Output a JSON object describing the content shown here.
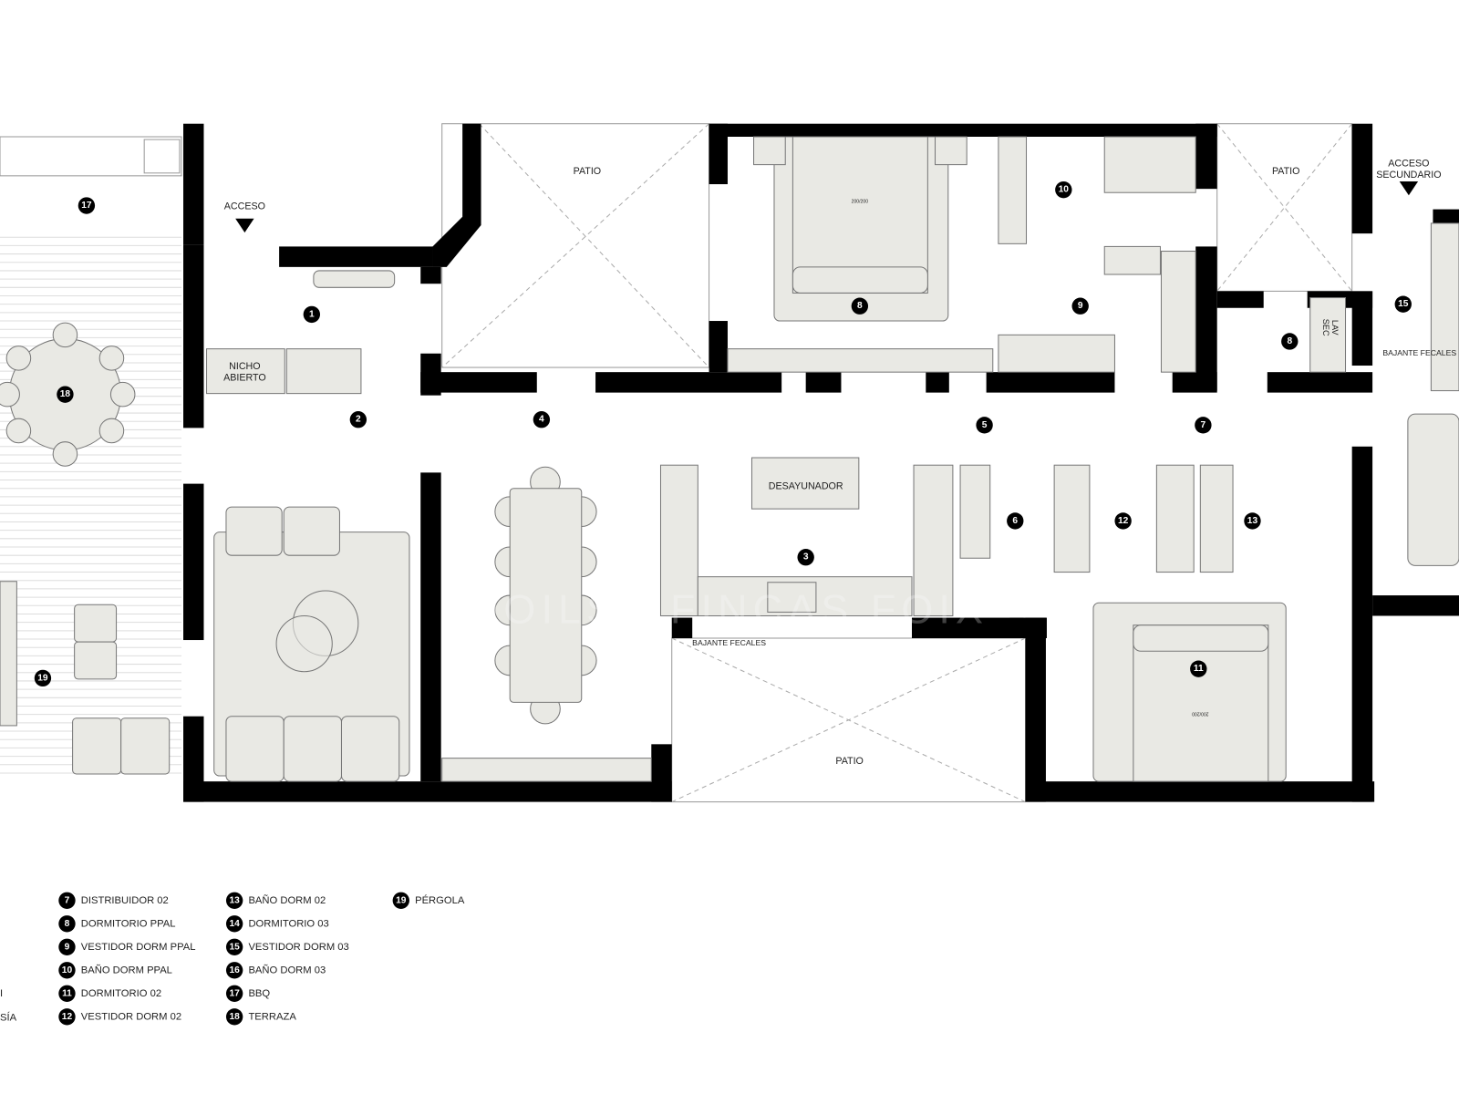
{
  "plan": {
    "labels": {
      "acceso": "ACCESO",
      "acceso_sec_1": "ACCESO",
      "acceso_sec_2": "SECUNDARIO",
      "patio_1": "PATIO",
      "patio_2": "PATIO",
      "patio_3": "PATIO",
      "nicho_1": "NICHO",
      "nicho_2": "ABIERTO",
      "desayunador": "DESAYUNADOR",
      "bajante_1": "BAJANTE FECALES",
      "bajante_2": "BAJANTE FECALES",
      "lav_sec_1": "LAV",
      "lav_sec_2": "SEC",
      "bed_1": "200/200",
      "bed_2": "200/200"
    },
    "room_markers": [
      "17",
      "18",
      "19",
      "1",
      "2",
      "4",
      "3",
      "8",
      "10",
      "9",
      "8",
      "15",
      "5",
      "6",
      "7",
      "12",
      "13",
      "11"
    ],
    "watermark": "DOILS / FINCAS FOIX"
  },
  "legend": {
    "partial": [
      "I",
      "SÍA"
    ],
    "items": [
      {
        "n": "7",
        "label": "DISTRIBUIDOR 02"
      },
      {
        "n": "8",
        "label": "DORMITORIO PPAL"
      },
      {
        "n": "9",
        "label": "VESTIDOR DORM PPAL"
      },
      {
        "n": "10",
        "label": "BAÑO DORM PPAL"
      },
      {
        "n": "11",
        "label": "DORMITORIO 02"
      },
      {
        "n": "12",
        "label": "VESTIDOR DORM 02"
      },
      {
        "n": "13",
        "label": "BAÑO DORM 02"
      },
      {
        "n": "14",
        "label": "DORMITORIO 03"
      },
      {
        "n": "15",
        "label": "VESTIDOR DORM 03"
      },
      {
        "n": "16",
        "label": "BAÑO DORM 03"
      },
      {
        "n": "17",
        "label": "BBQ"
      },
      {
        "n": "18",
        "label": "TERRAZA"
      },
      {
        "n": "19",
        "label": "PÉRGOLA"
      }
    ]
  }
}
